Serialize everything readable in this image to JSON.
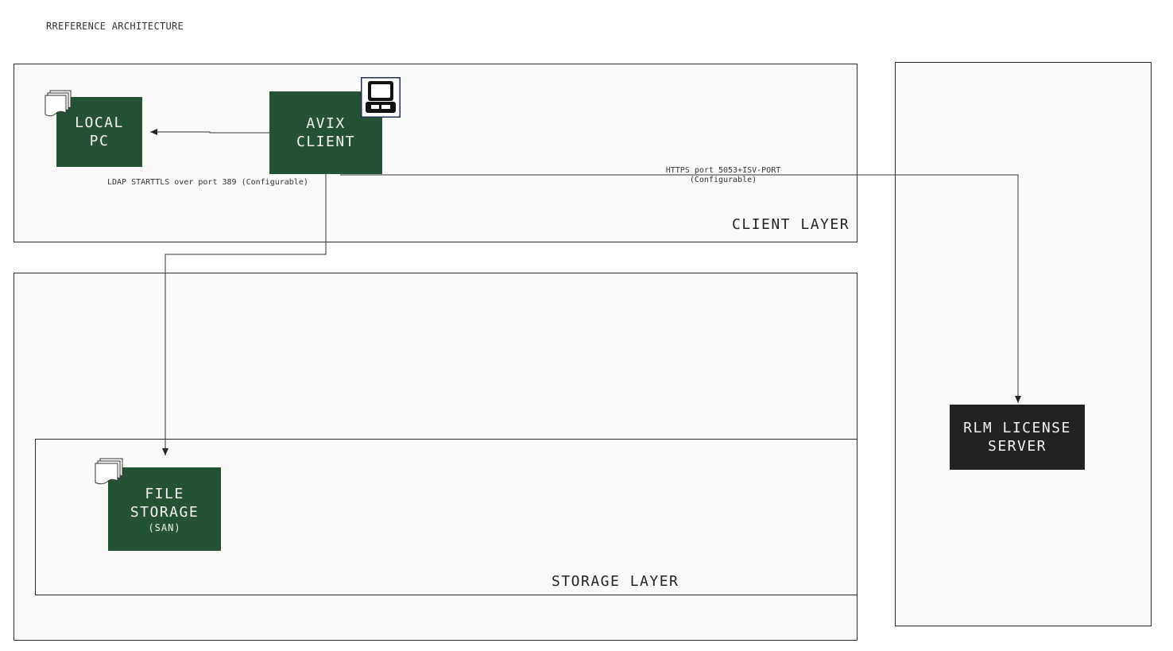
{
  "title": "RREFERENCE ARCHITECTURE",
  "layers": {
    "client": "CLIENT LAYER",
    "storage": "STORAGE LAYER"
  },
  "nodes": {
    "local_pc": [
      "LOCAL",
      "PC"
    ],
    "avix_client": [
      "AVIX",
      "CLIENT"
    ],
    "file_storage": [
      "FILE",
      "STORAGE",
      "(SAN)"
    ],
    "rlm_server": [
      "RLM LICENSE",
      "SERVER"
    ]
  },
  "edges": {
    "ldap": "LDAP STARTTLS over port 389 (Configurable)",
    "https": [
      "HTTPS port 5053+ISV-PORT",
      "(Configurable)"
    ]
  },
  "colors": {
    "node_green": "#245235",
    "node_dark": "#222222",
    "layer_bg": "#fafafa",
    "border": "#2a2a2a"
  },
  "icons": {
    "avix_client": "computer-icon",
    "local_pc": "document-stack-icon",
    "file_storage": "document-stack-icon"
  }
}
